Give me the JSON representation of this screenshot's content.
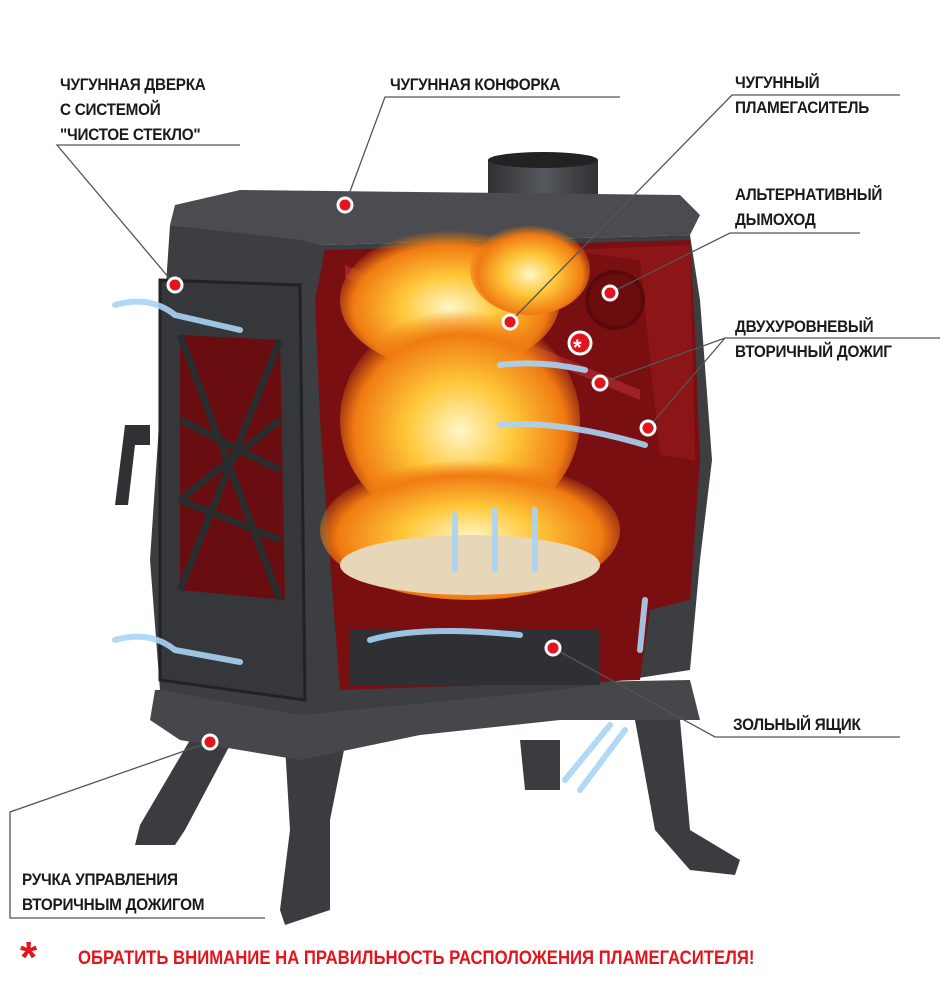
{
  "labels": {
    "door": [
      "ЧУГУННАЯ ДВЕРКА",
      "С СИСТЕМОЙ",
      "\"ЧИСТОЕ СТЕКЛО\""
    ],
    "hotplate": "ЧУГУННАЯ КОНФОРКА",
    "flame_damper": [
      "ЧУГУННЫЙ",
      "ПЛАМЕГАСИТЕЛЬ"
    ],
    "alt_chimney": [
      "АЛЬТЕРНАТИВНЫЙ",
      "ДЫМОХОД"
    ],
    "secondary_burn": [
      "ДВУХУРОВНЕВЫЙ",
      "ВТОРИЧНЫЙ ДОЖИГ"
    ],
    "ash_box": "ЗОЛЬНЫЙ ЯЩИК",
    "burn_control": [
      "РУЧКА УПРАВЛЕНИЯ",
      "ВТОРИЧНЫМ ДОЖИГОМ"
    ]
  },
  "warning": {
    "symbol": "*",
    "text": "ОБРАТИТЬ ВНИМАНИЕ НА ПРАВИЛЬНОСТЬ РАСПОЛОЖЕНИЯ ПЛАМЕГАСИТЕЛЯ!"
  },
  "colors": {
    "accent": "#e3141b",
    "body": "#3f4144",
    "interior": "#7a0f12",
    "flame": "#f7a11a",
    "air": "#a9d4f5"
  }
}
